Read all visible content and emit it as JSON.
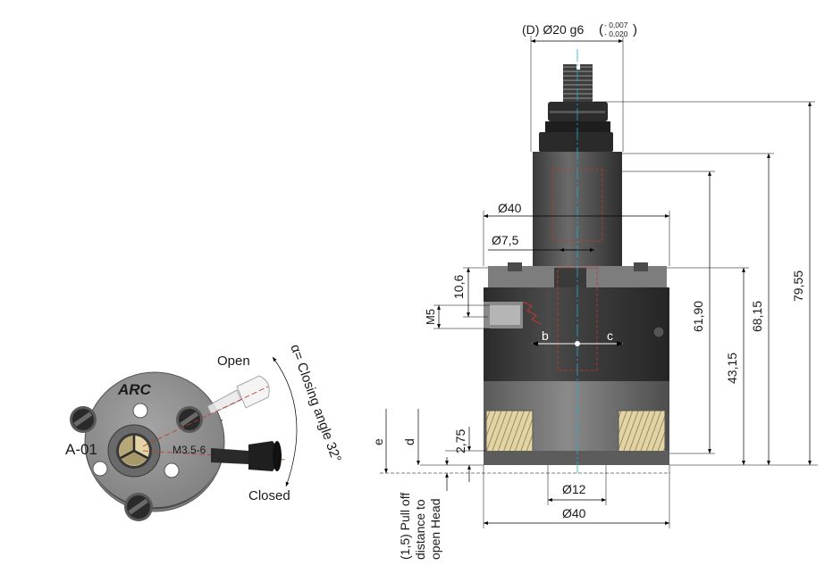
{
  "left_view": {
    "open_label": "Open",
    "closed_label": "Closed",
    "brand": "ARC",
    "model": "A-01",
    "thread": "M3.5-6",
    "angle_label": "α= Closing angle 32°"
  },
  "front_view": {
    "top_diameter": "(D) Ø20 g6",
    "tol_upper": "- 0,007",
    "tol_lower": "- 0,020",
    "d40_top": "Ø40",
    "d7_5": "Ø7,5",
    "dim_10_6": "10,6",
    "thread_m5": "M5",
    "label_b": "b",
    "label_c": "c",
    "dim_61_90": "61,90",
    "dim_43_15": "43,15",
    "dim_68_15": "68,15",
    "dim_79_55": "79,55",
    "label_e": "e",
    "label_d": "d",
    "dim_2_75": "2,75",
    "pull_off_1": "(1,5) Pull off",
    "pull_off_2": "distance to",
    "pull_off_3": "open Head",
    "d12": "Ø12",
    "d40_bottom": "Ø40"
  },
  "colors": {
    "disc": "#8d8d8d",
    "disc_dark": "#5e5e5e",
    "body_dark": "#3b3b3b",
    "body_mid": "#6f6f6f",
    "thread_gold": "#d9c89a",
    "red_hidden": "#c0392b",
    "centerline": "#18b5c9"
  }
}
